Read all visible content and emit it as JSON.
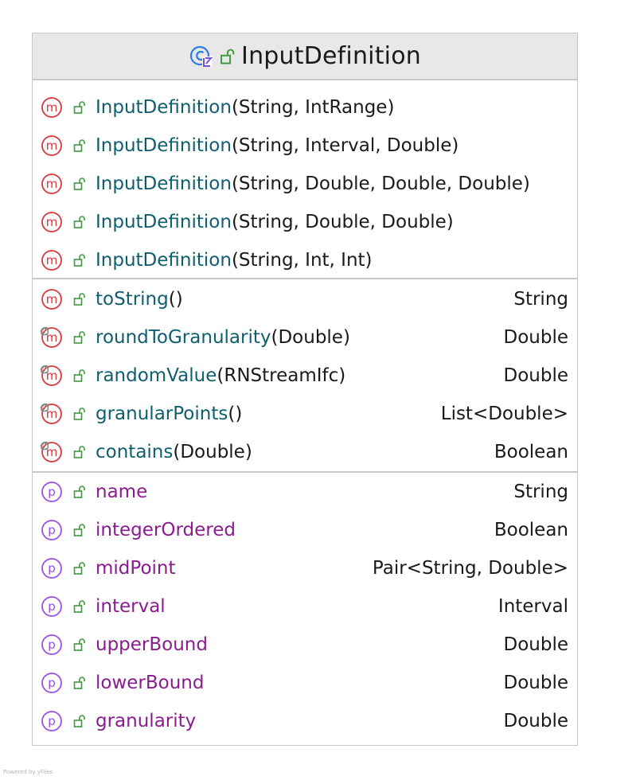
{
  "class": {
    "name": "InputDefinition",
    "class_icon": "abstract-class-icon",
    "visibility_icon": "public-lock-open-icon"
  },
  "constructors": [
    {
      "name": "InputDefinition",
      "params": "(String, IntRange)"
    },
    {
      "name": "InputDefinition",
      "params": "(String, Interval, Double)"
    },
    {
      "name": "InputDefinition",
      "params": "(String, Double, Double, Double)"
    },
    {
      "name": "InputDefinition",
      "params": "(String, Double, Double)"
    },
    {
      "name": "InputDefinition",
      "params": "(String, Int, Int)"
    }
  ],
  "methods": [
    {
      "name": "toString",
      "params": "()",
      "type": "String",
      "icon": "method-icon"
    },
    {
      "name": "roundToGranularity",
      "params": "(Double)",
      "type": "Double",
      "icon": "abstract-method-icon"
    },
    {
      "name": "randomValue",
      "params": "(RNStreamIfc)",
      "type": "Double",
      "icon": "abstract-method-icon"
    },
    {
      "name": "granularPoints",
      "params": "()",
      "type": "List<Double>",
      "icon": "abstract-method-icon"
    },
    {
      "name": "contains",
      "params": "(Double)",
      "type": "Boolean",
      "icon": "abstract-method-icon"
    }
  ],
  "properties": [
    {
      "name": "name",
      "type": "String"
    },
    {
      "name": "integerOrdered",
      "type": "Boolean"
    },
    {
      "name": "midPoint",
      "type": "Pair<String, Double>"
    },
    {
      "name": "interval",
      "type": "Interval"
    },
    {
      "name": "upperBound",
      "type": "Double"
    },
    {
      "name": "lowerBound",
      "type": "Double"
    },
    {
      "name": "granularity",
      "type": "Double"
    }
  ],
  "colors": {
    "method_icon": "#d9363e",
    "property_icon": "#9b51e0",
    "lock_icon": "#3c9a3c",
    "method_name": "#0f5e6e",
    "property_name": "#8a1c8f"
  },
  "footer": "Powered by yFiles"
}
